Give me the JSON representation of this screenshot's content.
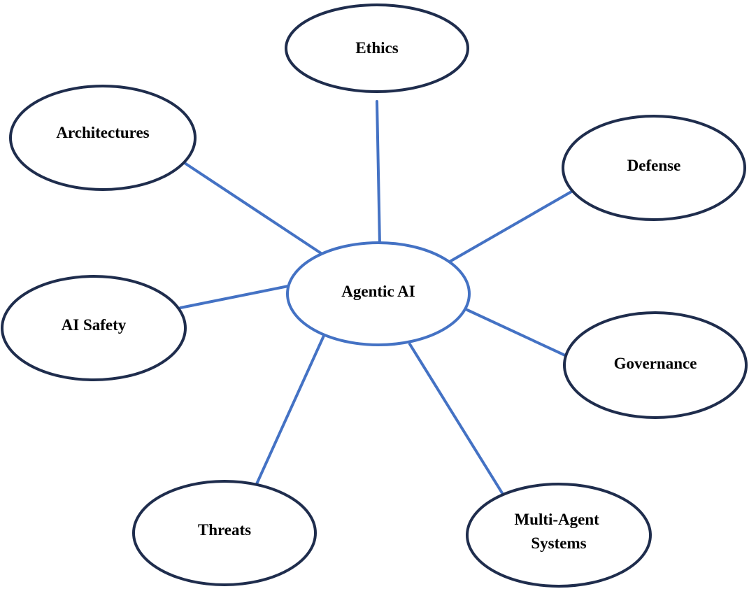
{
  "colors": {
    "center_stroke": "#4472C4",
    "edge_stroke": "#4472C4",
    "node_stroke": "#1F2D4D",
    "node_fill": "#FFFFFF",
    "text": "#000000"
  },
  "center": {
    "label": "Agentic AI"
  },
  "nodes": [
    {
      "id": "ethics",
      "lines": [
        "Ethics"
      ]
    },
    {
      "id": "architectures",
      "lines": [
        "Architectures"
      ]
    },
    {
      "id": "defense",
      "lines": [
        "Defense"
      ]
    },
    {
      "id": "ai-safety",
      "lines": [
        "AI Safety"
      ]
    },
    {
      "id": "governance",
      "lines": [
        "Governance"
      ]
    },
    {
      "id": "threats",
      "lines": [
        "Threats"
      ]
    },
    {
      "id": "multi-agent-systems",
      "lines": [
        "Multi-Agent",
        "Systems"
      ]
    }
  ]
}
